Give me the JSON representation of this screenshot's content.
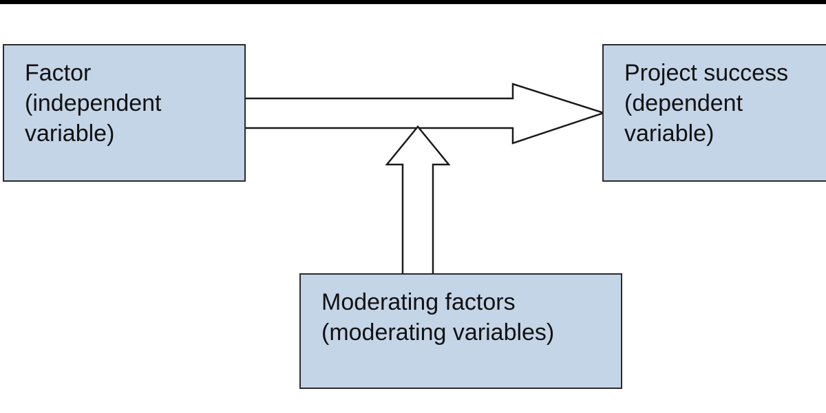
{
  "diagram": {
    "nodes": {
      "factor": {
        "line1": "Factor",
        "line2": "(independent",
        "line3": "variable)"
      },
      "success": {
        "line1": "Project success",
        "line2": "(dependent",
        "line3": "variable)"
      },
      "moderating": {
        "line1": "Moderating factors",
        "line2": "(moderating variables)"
      }
    },
    "edges": [
      {
        "from": "factor",
        "to": "success",
        "style": "hollow-block-arrow"
      },
      {
        "from": "moderating",
        "to": "factor-success-arrow",
        "style": "hollow-block-arrow"
      }
    ],
    "colors": {
      "box_fill": "#c5d5e8",
      "box_border": "#2a2a2a",
      "arrow_fill": "#ffffff",
      "arrow_stroke": "#1a1a1a",
      "top_bar": "#000000"
    }
  }
}
